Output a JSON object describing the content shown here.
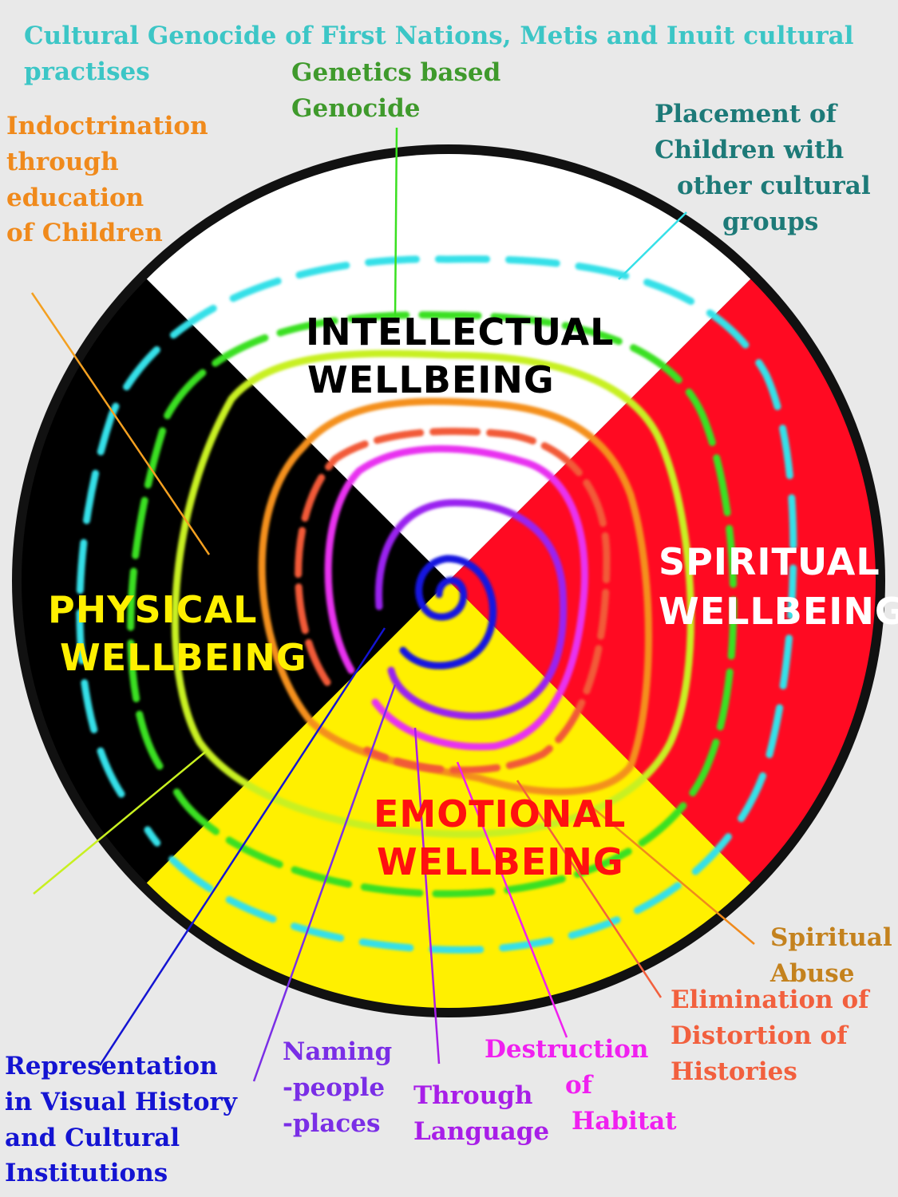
{
  "title": {
    "line1": "Cultural Genocide of First Nations, Metis and Inuit cultural",
    "line2": "practises",
    "color": "#3cc6c6"
  },
  "quadrants": {
    "intellectual": {
      "line1": "INTELLECTUAL",
      "line2": "WELLBEING",
      "fill": "#ffffff",
      "text_color": "#000000"
    },
    "spiritual": {
      "line1": "SPIRITUAL",
      "line2": "WELLBEING",
      "fill": "#ff0a22",
      "text_color": "#ffffff"
    },
    "emotional": {
      "line1": "EMOTIONAL",
      "line2": "WELLBEING",
      "fill": "#fff000",
      "text_color": "#ff1010"
    },
    "physical": {
      "line1": "PHYSICAL",
      "line2": "WELLBEING",
      "fill": "#000000",
      "text_color": "#fff000"
    }
  },
  "labels": {
    "genetics": {
      "lines": [
        "Genetics based",
        "Genocide"
      ],
      "color": "#3f9a2c"
    },
    "indoctrination": {
      "lines": [
        "Indoctrination",
        "through",
        "education",
        "of Children"
      ],
      "color": "#f08a1c"
    },
    "placement": {
      "lines": [
        "Placement of",
        "Children with",
        "other cultural",
        "groups"
      ],
      "color": "#1d7a78"
    },
    "spiritual_abuse": {
      "lines": [
        "Spiritual",
        "Abuse"
      ],
      "color": "#c4821e"
    },
    "elimination": {
      "lines": [
        "Elimination of",
        "Distortion of",
        "Histories"
      ],
      "color": "#f2603e"
    },
    "destruction": {
      "lines": [
        "Destruction",
        "of",
        "Habitat"
      ],
      "color": "#f020f0"
    },
    "language": {
      "lines": [
        "Through",
        "Language"
      ],
      "color": "#a81ee8"
    },
    "naming": {
      "lines": [
        "Naming",
        "-people",
        "-places"
      ],
      "color": "#7a2ee6"
    },
    "representation": {
      "lines": [
        "Representation",
        "in Visual History",
        "and Cultural",
        "Institutions"
      ],
      "color": "#1414d2"
    }
  }
}
